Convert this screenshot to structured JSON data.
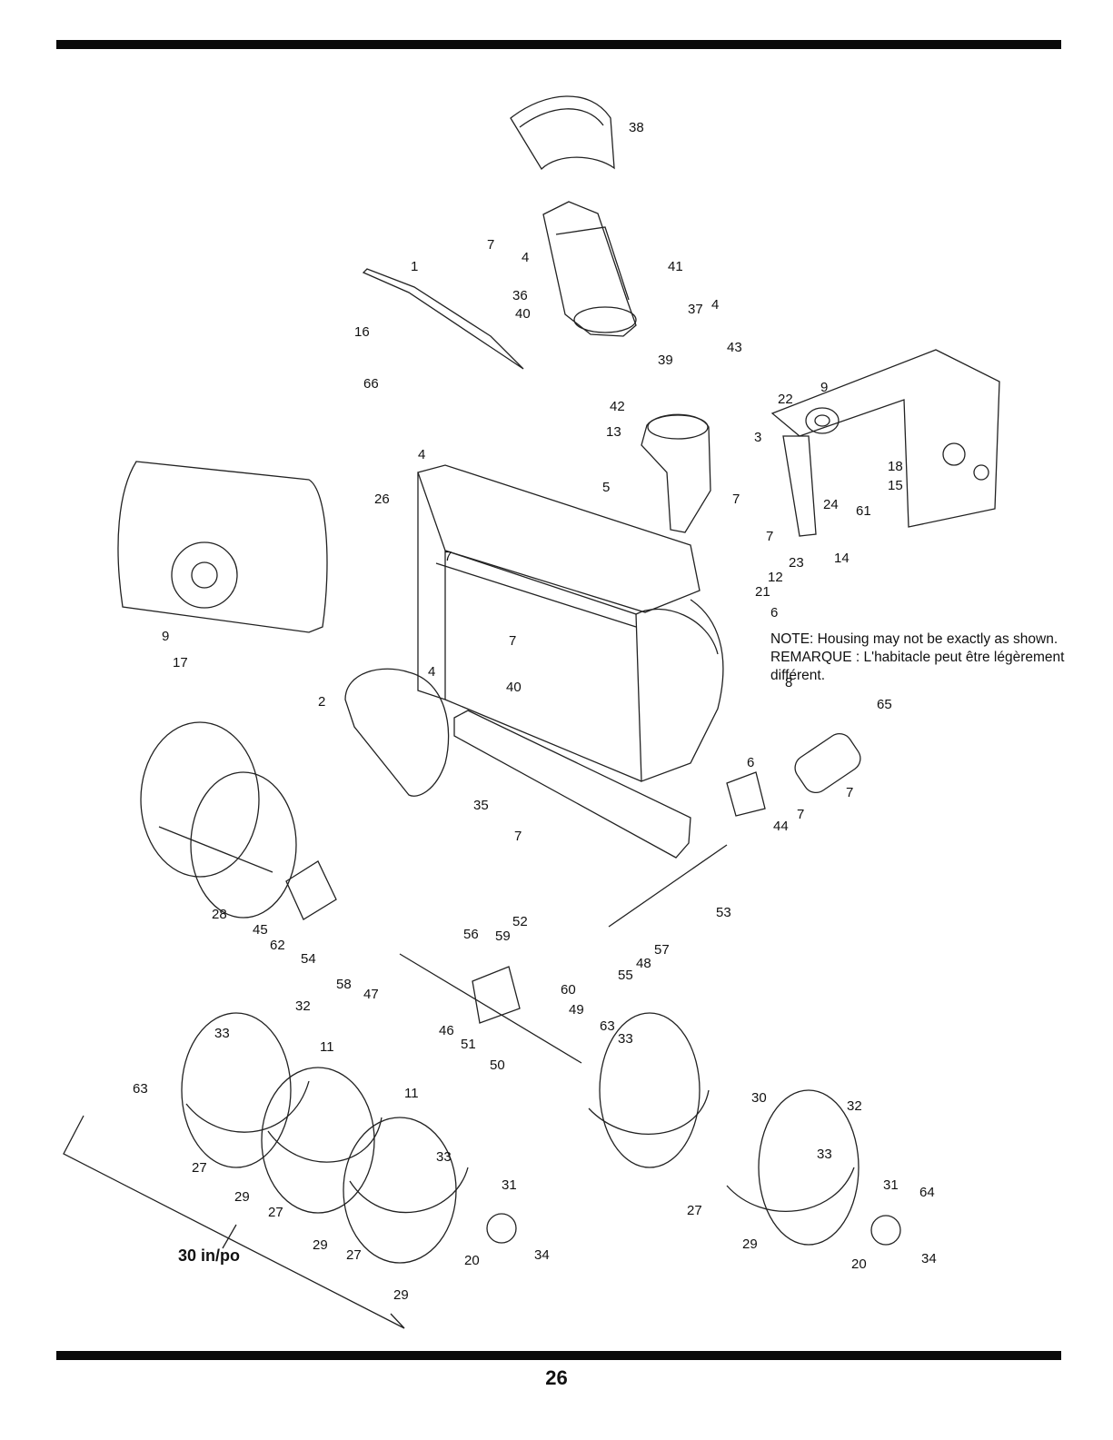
{
  "page": {
    "page_number": "26",
    "note": {
      "english": "NOTE: Housing may not be exactly as shown.",
      "french_line1": "REMARQUE : L'habitacle peut être légèrement",
      "french_line2": "différent."
    },
    "width_label": "30 in/po"
  },
  "callouts": [
    "1",
    "2",
    "3",
    "4",
    "4",
    "4",
    "4",
    "5",
    "6",
    "6",
    "7",
    "7",
    "7",
    "7",
    "7",
    "7",
    "7",
    "7",
    "8",
    "9",
    "9",
    "11",
    "11",
    "12",
    "13",
    "14",
    "15",
    "16",
    "17",
    "18",
    "20",
    "20",
    "21",
    "22",
    "23",
    "24",
    "26",
    "27",
    "27",
    "27",
    "27",
    "28",
    "29",
    "29",
    "29",
    "29",
    "30",
    "31",
    "31",
    "32",
    "32",
    "33",
    "33",
    "33",
    "33",
    "34",
    "34",
    "35",
    "36",
    "37",
    "38",
    "39",
    "40",
    "40",
    "41",
    "42",
    "43",
    "44",
    "45",
    "46",
    "47",
    "48",
    "49",
    "50",
    "51",
    "52",
    "53",
    "54",
    "55",
    "56",
    "57",
    "58",
    "59",
    "60",
    "61",
    "62",
    "63",
    "63",
    "64",
    "65",
    "66"
  ]
}
